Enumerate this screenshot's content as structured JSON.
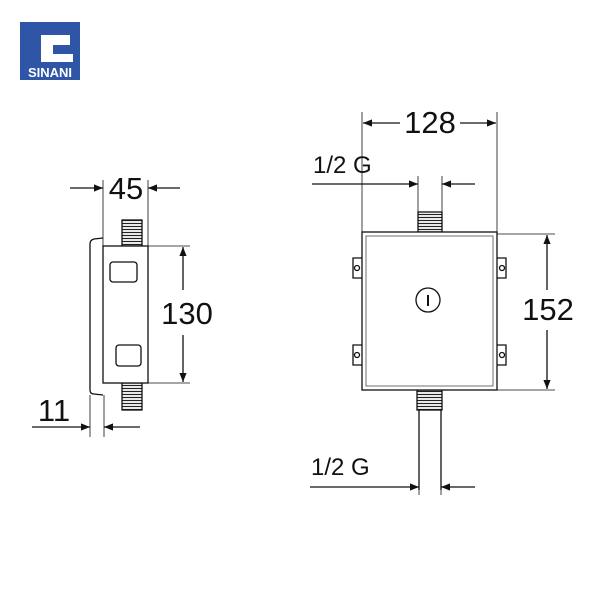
{
  "logo": {
    "text": "SINANI",
    "color": "#2f56a6"
  },
  "side_view": {
    "depth": "45",
    "height": "130",
    "plate": "11"
  },
  "front_view": {
    "width": "128",
    "height": "152",
    "inlet_top": "1/2 G",
    "outlet_bottom": "1/2 G"
  }
}
